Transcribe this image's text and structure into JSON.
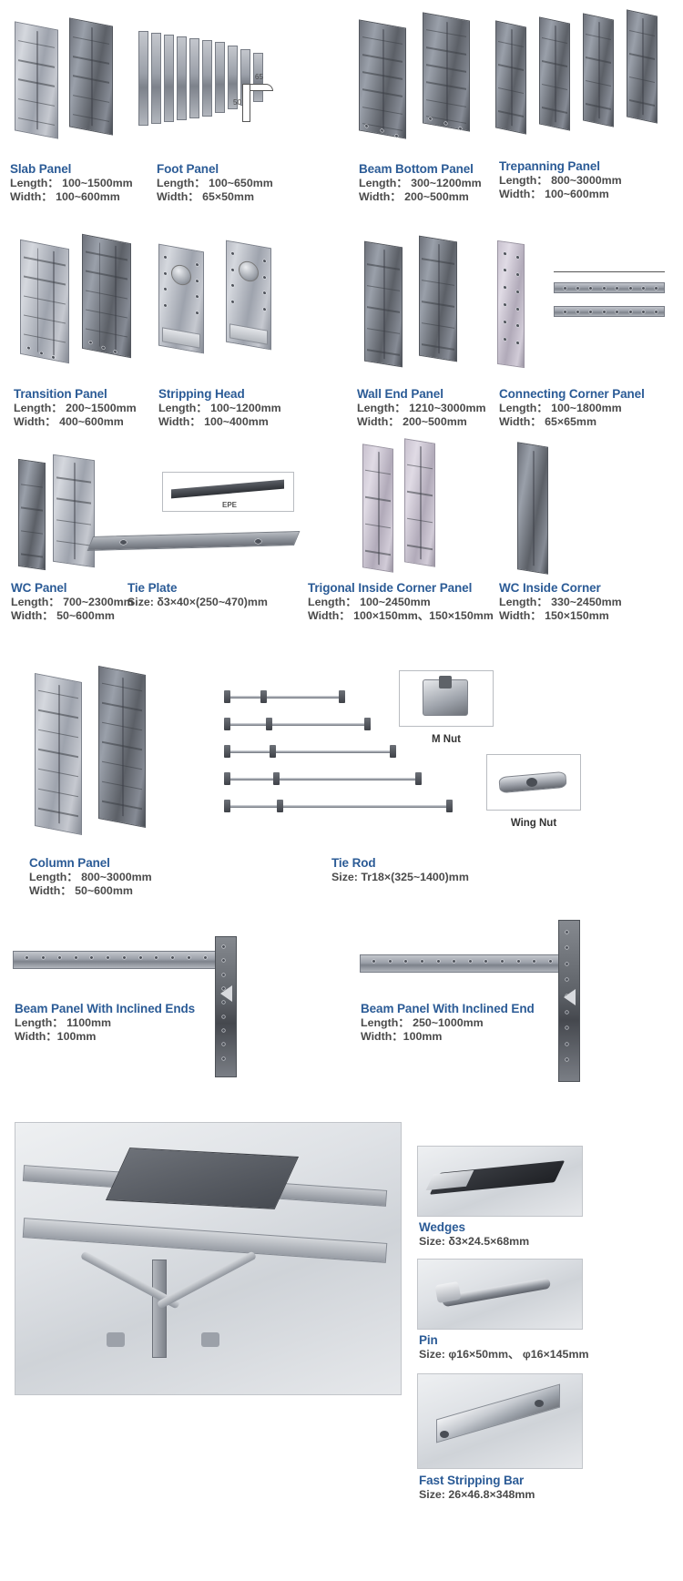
{
  "document": {
    "type": "aluminium-formwork-component-catalog",
    "background_color": "#ffffff",
    "title_color": "#2b5b96",
    "spec_color": "#4a4a4a"
  },
  "labels": {
    "length": "Length：",
    "width": "Width：",
    "size": "Size:"
  },
  "products": [
    {
      "id": "slab-panel",
      "name": "Slab Panel",
      "length": "Length： 100~1500mm",
      "width": "Width： 100~600mm"
    },
    {
      "id": "foot-panel",
      "name": "Foot Panel",
      "length": "Length： 100~650mm",
      "width": "Width： 65×50mm"
    },
    {
      "id": "beam-bottom-panel",
      "name": "Beam Bottom Panel",
      "length": "Length： 300~1200mm",
      "width": "Width： 200~500mm"
    },
    {
      "id": "trepanning-panel",
      "name": "Trepanning Panel",
      "length": "Length： 800~3000mm",
      "width": "Width： 100~600mm"
    },
    {
      "id": "transition-panel",
      "name": "Transition Panel",
      "length": "Length： 200~1500mm",
      "width": "Width： 400~600mm"
    },
    {
      "id": "stripping-head",
      "name": "Stripping Head",
      "length": "Length： 100~1200mm",
      "width": "Width： 100~400mm"
    },
    {
      "id": "wall-end-panel",
      "name": "Wall End Panel",
      "length": "Length： 1210~3000mm",
      "width": "Width： 200~500mm"
    },
    {
      "id": "connecting-corner-panel",
      "name": "Connecting Corner Panel",
      "length": "Length： 100~1800mm",
      "width": "Width： 65×65mm"
    },
    {
      "id": "wc-panel",
      "name": "WC Panel",
      "length": "Length： 700~2300mm",
      "width": "Width： 50~600mm"
    },
    {
      "id": "tie-plate",
      "name": "Tie Plate",
      "size": "Size: δ3×40×(250~470)mm"
    },
    {
      "id": "trigonal-inside-corner-panel",
      "name": "Trigonal Inside Corner Panel",
      "length": "Length： 100~2450mm",
      "width": "Width： 100×150mm、150×150mm"
    },
    {
      "id": "wc-inside-corner",
      "name": "WC Inside Corner",
      "length": "Length： 330~2450mm",
      "width": "Width： 150×150mm"
    },
    {
      "id": "column-panel",
      "name": "Column Panel",
      "length": "Length： 800~3000mm",
      "width": "Width： 50~600mm"
    },
    {
      "id": "tie-rod",
      "name": "Tie Rod",
      "size": "Size: Tr18×(325~1400)mm"
    },
    {
      "id": "beam-panel-with-inclined-ends",
      "name": "Beam Panel With Inclined Ends",
      "length": "Length： 1100mm",
      "width": "Width：100mm"
    },
    {
      "id": "beam-panel-with-inclined-end",
      "name": "Beam Panel With Inclined End",
      "length": "Length： 250~1000mm",
      "width": "Width：100mm"
    },
    {
      "id": "wedges",
      "name": "Wedges",
      "size": "Size: δ3×24.5×68mm"
    },
    {
      "id": "pin",
      "name": "Pin",
      "size": "Size: φ16×50mm、 φ16×145mm"
    },
    {
      "id": "fast-stripping-bar",
      "name": "Fast Stripping Bar",
      "size": "Size: 26×46.8×348mm"
    }
  ],
  "inline_annotations": {
    "m_nut": "M Nut",
    "wing_nut": "Wing Nut",
    "epe": "EPE",
    "foot_dim_top": "65",
    "foot_dim_side": "50"
  }
}
